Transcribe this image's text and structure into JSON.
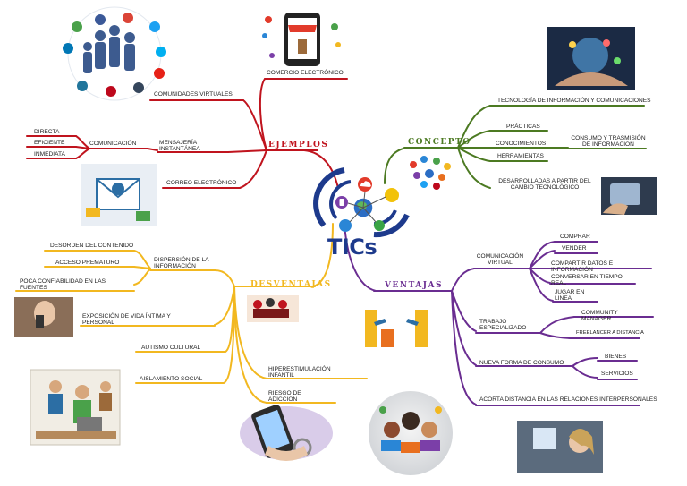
{
  "center": {
    "title": "TICs",
    "color": "#1d3a8c"
  },
  "colors": {
    "ejemplos": "#c0141e",
    "concepto": "#4c7a22",
    "desventajas": "#f2b820",
    "ventajas": "#6a2d91"
  },
  "ejemplos": {
    "heading": "EJEMPLOS",
    "comercio": "COMERCIO ELECTRÓNICO",
    "comunidades": "COMUNIDADES VIRTUALES",
    "mensajeria": "MENSAJERÍA INSTANTÁNEA",
    "comunicacion": "COMUNICACIÓN",
    "directa": "DIRECTA",
    "eficiente": "EFICIENTE",
    "inmediata": "INMEDIATA",
    "correo": "CORREO ELECTRÓNICO"
  },
  "concepto": {
    "heading": "CONCEPTO",
    "tecnologia": "TECNOLOGÍA DE INFORMACIÓN Y COMUNICACIONES",
    "practicas": "PRÁCTICAS",
    "conocimientos": "CONOCIMIENTOS",
    "herramientas": "HERRAMIENTAS",
    "consumo": "CONSUMO Y TRASMISIÓN DE INFORMACIÓN",
    "desarrollados": "DESARROLLADAS A PARTIR DEL CAMBIO TECNOLÓGICO"
  },
  "desventajas": {
    "heading": "DESVENTAJAS",
    "dispersion": "DISPERSIÓN DE LA INFORMACIÓN",
    "desorden": "DESORDEN DEL CONTENIDO",
    "acceso": "ACCESO PREMATURO",
    "poca": "POCA CONFIABILIDAD EN LAS FUENTES",
    "exposicion": "EXPOSICIÓN DE VIDA ÍNTIMA Y PERSONAL",
    "autismo": "AUTISMO CULTURAL",
    "aislamiento": "AISLAMIENTO SOCIAL",
    "hiper": "HIPERESTIMULACIÓN INFANTIL",
    "riesgo": "RIESGO DE ADICCIÓN"
  },
  "ventajas": {
    "heading": "VENTAJAS",
    "comunicacion": "COMUNICACIÓN VIRTUAL",
    "comprar": "COMPRAR",
    "vender": "VENDER",
    "compartir": "COMPARTIR DATOS E INFORMACIÓN",
    "conversar": "CONVERSAR EN TIEMPO REAL",
    "jugar": "JUGAR EN LINEA",
    "trabajo": "TRABAJO ESPECIALIZADO",
    "community": "COMMUNITY MANAGER",
    "freelancer": "FREELANCER A DISTANCIA",
    "nueva": "NUEVA FORMA DE CONSUMO",
    "bienes": "BIENES",
    "servicios": "SERVICIOS",
    "acorta": "ACORTA DISTANCIA EN LAS RELACIONES INTERPERSONALES"
  }
}
